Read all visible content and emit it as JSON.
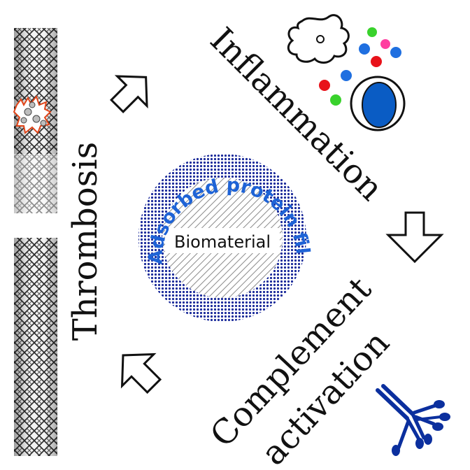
{
  "center": {
    "core_label": "Biomaterial",
    "ring_label": "Adsorbed protein film"
  },
  "labels": {
    "inflammation": "Inflammation",
    "complement_line1": "Complement",
    "complement_line2": "activation",
    "thrombosis": "Thrombosis"
  },
  "colors": {
    "ring": "#1a2a9a",
    "ring_text": "#1e63d6",
    "cell_nucleus": "#0a5cc4",
    "antibody": "#0b2f9e",
    "dot_colors": [
      "#39d22c",
      "#ff3fa0",
      "#1f6fe0",
      "#e8121a"
    ]
  },
  "icons": {
    "stent": "stent-icon",
    "macrophage": "macrophage-icon",
    "antibody": "antibody-icon",
    "arrow": "outline-arrow-icon"
  }
}
